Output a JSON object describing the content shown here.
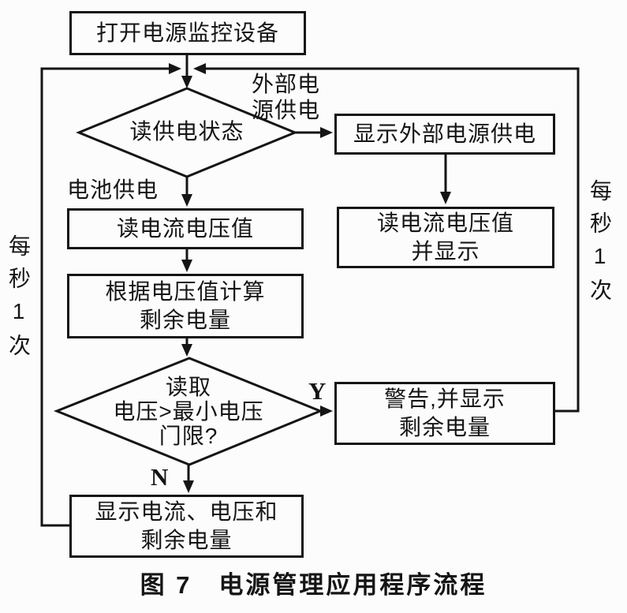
{
  "nodes": {
    "start": {
      "label": "打开电源监控设备"
    },
    "read_power_state": {
      "label": "读供电状态"
    },
    "show_external": {
      "label": "显示外部电源供电"
    },
    "read_iv_display": {
      "lines": [
        "读电流电压值",
        "并显示"
      ]
    },
    "read_iv": {
      "label": "读电流电压值"
    },
    "calc_remaining": {
      "lines": [
        "根据电压值计算",
        "剩余电量"
      ]
    },
    "voltage_check": {
      "lines": [
        "读取",
        "电压>最小电压",
        "门限?"
      ]
    },
    "warn": {
      "lines": [
        "警告,并显示",
        "剩余电量"
      ]
    },
    "show_all": {
      "lines": [
        "显示电流、电压和",
        "剩余电量"
      ]
    }
  },
  "labels": {
    "external_branch": [
      "外部电",
      "源供电"
    ],
    "battery_branch": "电池供电",
    "yes": "Y",
    "no": "N",
    "left_loop": "每秒1次",
    "right_loop": "每秒1次"
  },
  "caption": "图 7　电源管理应用程序流程",
  "colors": {
    "ink": "#151515",
    "paper": "#fcfcfc"
  }
}
